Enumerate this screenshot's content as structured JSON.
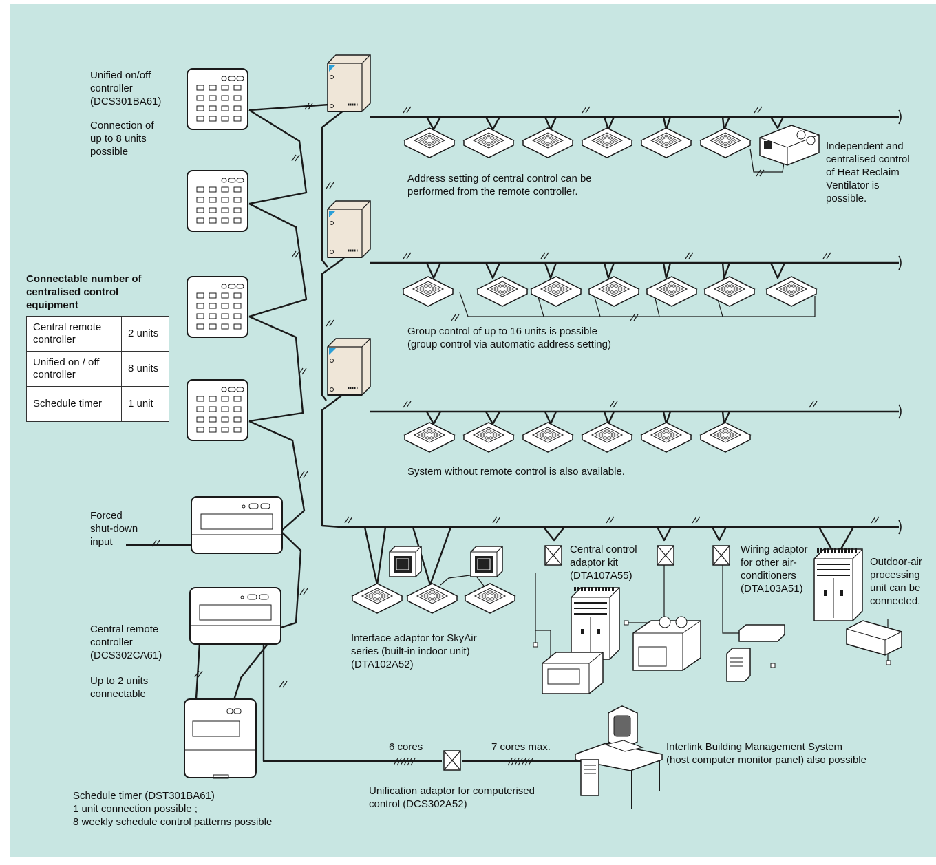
{
  "colors": {
    "background": "#c8e6e2",
    "line": "#1a1a1a",
    "unit_fill": "#ffffff",
    "outdoor_unit_fill": "#efe6d8",
    "logo": "#2b9fd8"
  },
  "labels": {
    "unified_controller": "Unified on/off\ncontroller\n(DCS301BA61)",
    "unified_connection": "Connection of\nup to 8 units\npossible",
    "count_heading": "Connectable number of\ncentralised control\nequipment",
    "forced_shutdown": "Forced\nshut-down\ninput",
    "central_remote": "Central remote\ncontroller\n(DCS302CA61)",
    "central_remote_count": "Up to 2 units\nconnectable",
    "schedule_timer": "Schedule timer (DST301BA61)\n1 unit connection possible ;\n8 weekly schedule control patterns possible",
    "address_setting": "Address setting of central control can be\nperformed from the remote controller.",
    "heat_reclaim": "Independent and\ncentralised control\nof Heat Reclaim\nVentilator is\npossible.",
    "group_control": "Group control of up to 16 units is possible\n(group control via automatic address setting)",
    "no_remote": "System without remote control is also available.",
    "central_adaptor": "Central control\nadaptor kit\n(DTA107A55)",
    "wiring_adaptor": "Wiring adaptor\nfor other air-\nconditioners\n(DTA103A51)",
    "outdoor_air": "Outdoor-air\nprocessing\nunit can be\nconnected.",
    "interface_adaptor": "Interface adaptor for SkyAir\nseries (built-in indoor unit)\n(DTA102A52)",
    "six_cores": "6 cores",
    "seven_cores": "7 cores max.",
    "interlink": "Interlink Building Management System\n(host computer monitor panel) also possible",
    "unification_adaptor": "Unification adaptor for computerised\ncontrol (DCS302A52)"
  },
  "table": {
    "rows": [
      {
        "name": "Central remote\ncontroller",
        "value": "2 units"
      },
      {
        "name": "Unified on / off\ncontroller",
        "value": "8 units"
      },
      {
        "name": "Schedule timer",
        "value": "1 unit"
      }
    ]
  },
  "icons": [
    "unified-controller-icon",
    "central-remote-icon",
    "schedule-timer-icon",
    "outdoor-unit-icon",
    "cassette-unit-icon",
    "heat-reclaim-ventilator-icon",
    "adaptor-box-icon",
    "computer-workstation-icon",
    "packaged-ac-icon"
  ]
}
